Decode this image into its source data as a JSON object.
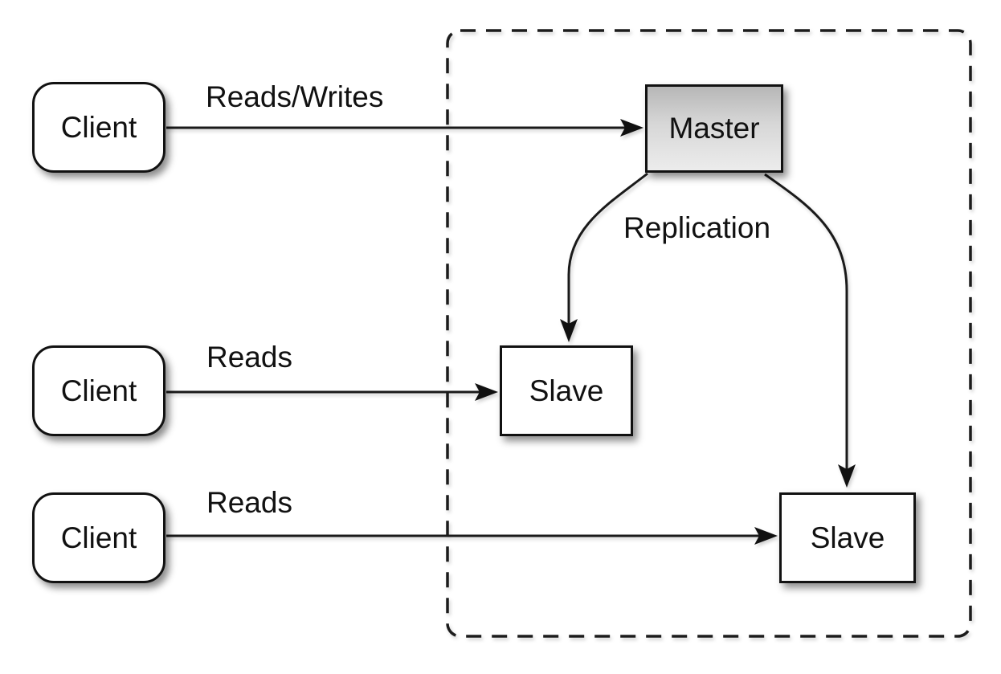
{
  "diagram": {
    "type": "master-slave-replication-topology"
  },
  "nodes": {
    "clients": [
      {
        "label": "Client"
      },
      {
        "label": "Client"
      },
      {
        "label": "Client"
      }
    ],
    "master": {
      "label": "Master"
    },
    "slaves": [
      {
        "label": "Slave"
      },
      {
        "label": "Slave"
      }
    ]
  },
  "edges": {
    "client1_master": {
      "label": "Reads/Writes"
    },
    "client2_slave1": {
      "label": "Reads"
    },
    "client3_slave2": {
      "label": "Reads"
    },
    "replication": {
      "label": "Replication"
    }
  },
  "colors": {
    "line": "#1a1a1a",
    "text": "#111111",
    "node_fill": "#ffffff",
    "node_border": "#111111",
    "master_gradient_top": "#b7b7b7",
    "master_gradient_bottom": "#ececec",
    "boundary_dash": "#1c1c1c",
    "background": "#ffffff"
  }
}
